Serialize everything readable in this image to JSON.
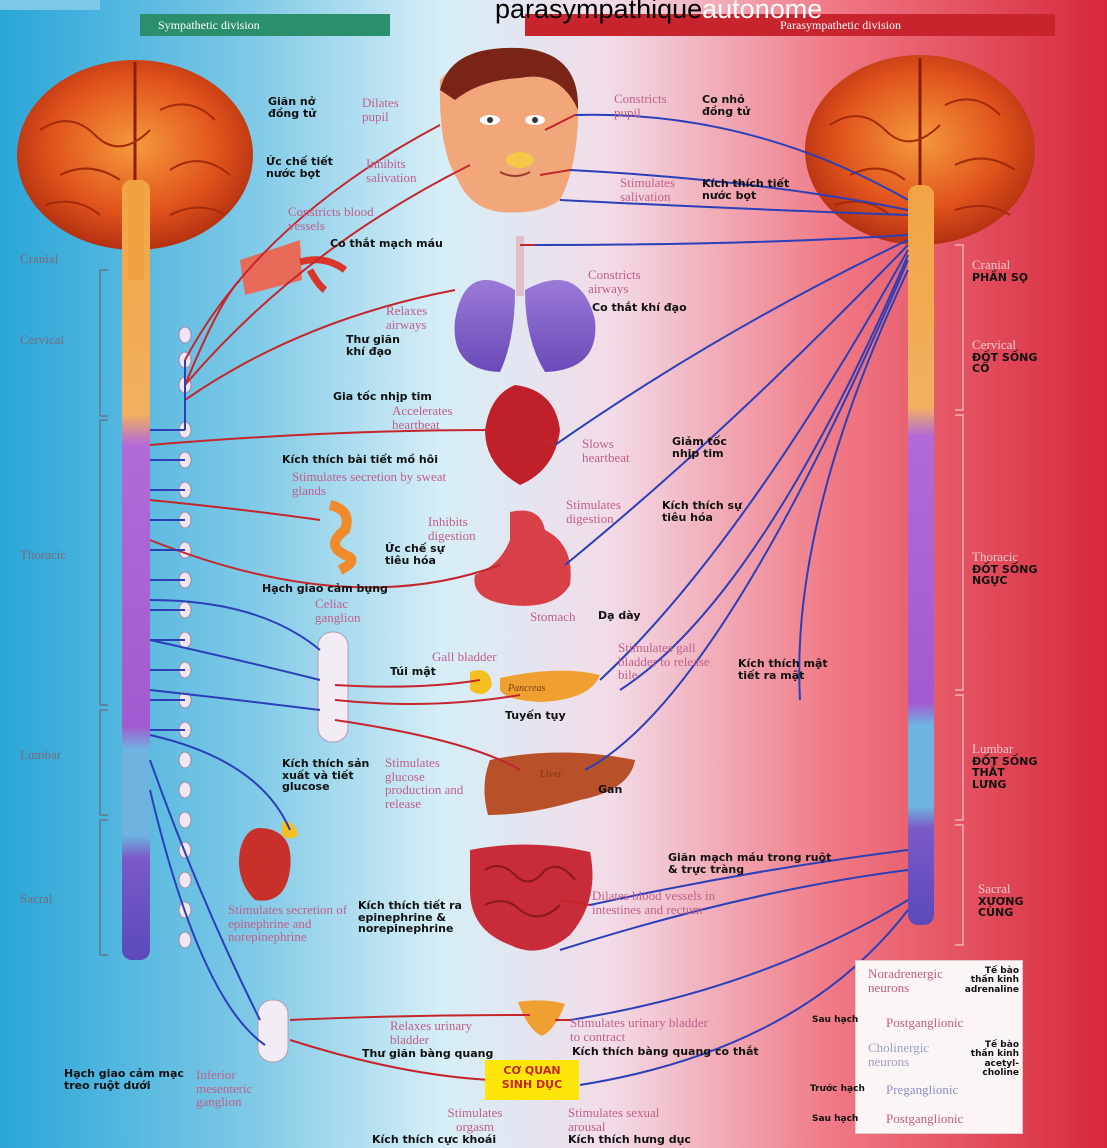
{
  "title": "parasympathique",
  "title_extra": "autonome",
  "divisions": {
    "sympathetic": "Sympathetic division",
    "parasympathetic": "Parasympathetic division"
  },
  "regions_left": [
    "Cranial",
    "Cervical",
    "Thoracic",
    "Lumbar",
    "Sacral"
  ],
  "regions_right": {
    "cranial": {
      "en": "Cranial",
      "vn": "PHẦN SỌ"
    },
    "cervical": {
      "en": "Cervical",
      "vn": "ĐỐT SỐNG CỔ"
    },
    "thoracic": {
      "en": "Thoracic",
      "vn": "ĐỐT SỐNG NGỰC"
    },
    "lumbar": {
      "en": "Lumbar",
      "vn": "ĐỐT SỐNG THẮT LƯNG"
    },
    "sacral": {
      "en": "Sacral",
      "vn": "XƯƠNG CÙNG"
    }
  },
  "sympathetic_labels": {
    "dilates_pupil": {
      "en": "Dilates pupil",
      "vn": "Giãn nở đồng tử"
    },
    "inhibits_salivation": {
      "en": "Inhibits salivation",
      "vn": "Ức chế tiết nước bọt"
    },
    "constricts_vessels": {
      "en": "Constricts blood vessels",
      "vn": "Co thắt mạch máu"
    },
    "relaxes_airways": {
      "en": "Relaxes airways",
      "vn": "Thư giãn khí đạo"
    },
    "accelerates_heart": {
      "en": "Accelerates heartbeat",
      "vn": "Gia tốc nhịp tim"
    },
    "sweat": {
      "en": "Stimulates secretion by sweat glands",
      "vn": "Kích thích bài tiết mồ hôi"
    },
    "inhibits_digestion": {
      "en": "Inhibits digestion",
      "vn": "Ức chế sự tiêu hóa"
    },
    "celiac": {
      "en": "Celiac ganglion",
      "vn": "Hạch giao cảm bụng"
    },
    "glucose": {
      "en": "Stimulates glucose production and release",
      "vn": "Kích thích sản xuất và tiết glucose"
    },
    "adrenal": {
      "en": "Stimulates secretion of epinephrine and norepinephrine",
      "vn": "Kích thích tiết ra epinephrine & norepinephrine"
    },
    "relaxes_bladder": {
      "en": "Relaxes urinary bladder",
      "vn": "Thư giãn bàng quang"
    },
    "inferior_ganglion": {
      "en": "Inferior mesenteric ganglion",
      "vn": "Hạch giao cảm mạc treo ruột dưới"
    },
    "orgasm": {
      "en": "Stimulates orgasm",
      "vn": "Kích thích cực khoái"
    }
  },
  "parasympathetic_labels": {
    "constricts_pupil": {
      "en": "Constricts pupil",
      "vn": "Co nhỏ đồng tử"
    },
    "stimulates_salivation": {
      "en": "Stimulates salivation",
      "vn": "Kích thích tiết nước bọt"
    },
    "constricts_airways": {
      "en": "Constricts airways",
      "vn": "Co thắt khí đạo"
    },
    "slows_heart": {
      "en": "Slows heartbeat",
      "vn": "Giảm tốc nhịp tim"
    },
    "stimulates_digestion": {
      "en": "Stimulates digestion",
      "vn": "Kích thích sự tiêu hóa"
    },
    "gall_bladder": {
      "en": "Stimulates gall bladder to release bile",
      "vn": "Kích thích mật tiết ra mật"
    },
    "dilates_intestine": {
      "en": "Dilates blood vessels in intestines and rectum",
      "vn": "Giãn mạch máu trong ruột & trực tràng"
    },
    "contract_bladder": {
      "en": "Stimulates urinary bladder to contract",
      "vn": "Kích thích bàng quang co thắt"
    },
    "arousal": {
      "en": "Stimulates sexual arousal",
      "vn": "Kích thích hưng dục"
    }
  },
  "organ_labels": {
    "stomach": {
      "en": "Stomach",
      "vn": "Dạ dày"
    },
    "gall_bladder": {
      "en": "Gall bladder",
      "vn": "Túi mật"
    },
    "pancreas": {
      "en": "Pancreas",
      "vn": "Tuyến tụy"
    },
    "liver": {
      "en": "Liver",
      "vn": "Gan"
    }
  },
  "reproductive": "CƠ QUAN SINH DỤC",
  "legend": {
    "noradrenergic": {
      "en": "Noradrenergic neurons",
      "vn": "Tế bào thần kinh adrenaline"
    },
    "post_1": {
      "vn": "Sau hạch",
      "en": "Postganglionic"
    },
    "cholinergic": {
      "en": "Cholinergic neurons",
      "vn": "Tế bào thần kinh acetyl-choline"
    },
    "pre": {
      "vn": "Trước hạch",
      "en": "Preganglionic"
    },
    "post_2": {
      "vn": "Sau hạch",
      "en": "Postganglionic"
    }
  },
  "colors": {
    "sympathetic_band": "#2a8f6a",
    "parasympathetic_band": "#c8242e",
    "nerve_red": "#c4262c",
    "nerve_blue": "#2a3fb8",
    "highlight": "#ffe60a"
  }
}
